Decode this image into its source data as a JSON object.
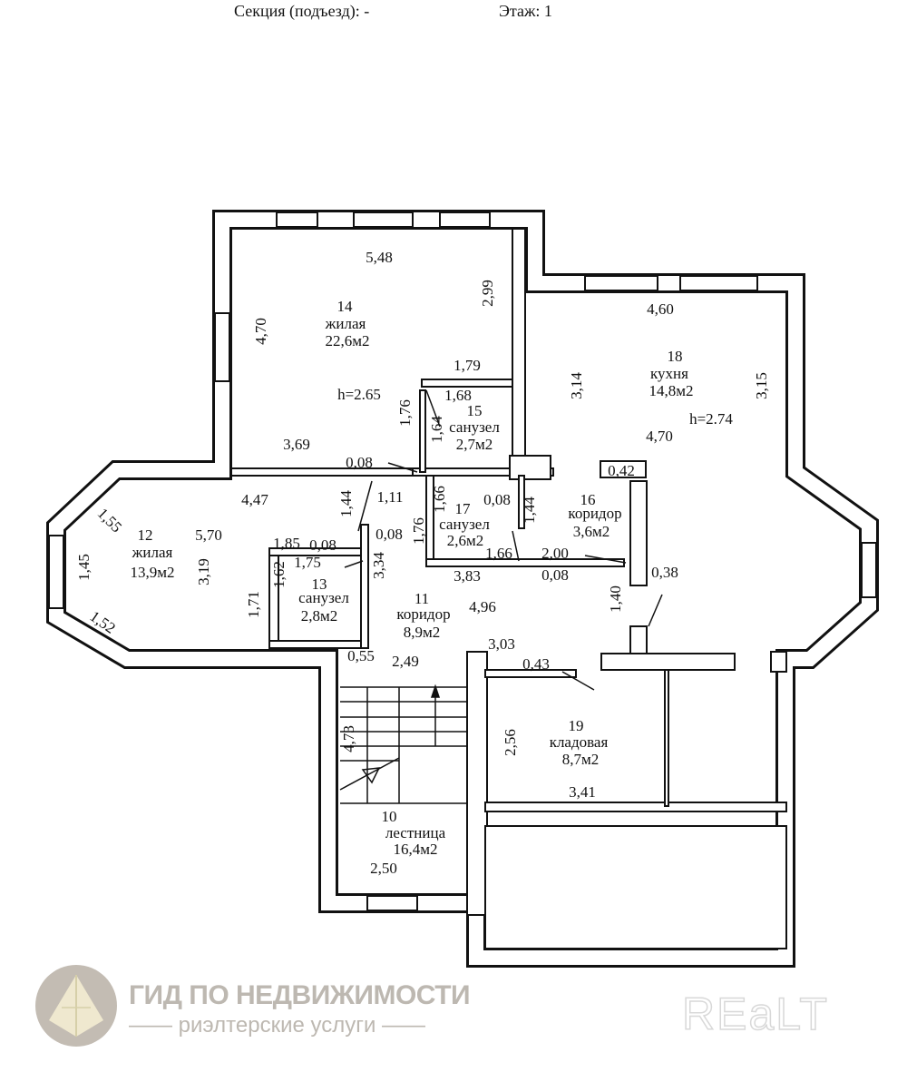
{
  "header": {
    "section": "Секция (подъезд): -",
    "floor": "Этаж: 1"
  },
  "rooms": [
    {
      "num": "14",
      "name": "жилая",
      "area": "22,6м2",
      "height": "h=2.65"
    },
    {
      "num": "18",
      "name": "кухня",
      "area": "14,8м2",
      "height": "h=2.74"
    },
    {
      "num": "15",
      "name": "санузел",
      "area": "2,7м2"
    },
    {
      "num": "12",
      "name": "жилая",
      "area": "13,9м2"
    },
    {
      "num": "17",
      "name": "санузел",
      "area": "2,6м2"
    },
    {
      "num": "16",
      "name": "коридор",
      "area": "3,6м2"
    },
    {
      "num": "13",
      "name": "санузел",
      "area": "2,8м2"
    },
    {
      "num": "11",
      "name": "коридор",
      "area": "8,9м2"
    },
    {
      "num": "19",
      "name": "кладовая",
      "area": "8,7м2"
    },
    {
      "num": "10",
      "name": "лестница",
      "area": "16,4м2"
    }
  ],
  "dims": [
    "5,48",
    "2,99",
    "4,70",
    "1,79",
    "1,68",
    "1,76",
    "1,64",
    "3,69",
    "0,08",
    "4,60",
    "3,14",
    "3,15",
    "4,70",
    "0,42",
    "4,47",
    "1,11",
    "1,44",
    "1,66",
    "0,08",
    "1,44",
    "1,55",
    "5,70",
    "1,76",
    "1,45",
    "3,19",
    "1,85",
    "0,08",
    "1,75",
    "0,08",
    "1,62",
    "3,34",
    "1,66",
    "2,00",
    "3,83",
    "0,08",
    "0,38",
    "1,71",
    "4,96",
    "1,40",
    "1,52",
    "0,55",
    "2,49",
    "3,03",
    "0,43",
    "2,56",
    "3,41",
    "4,73",
    "2,50"
  ],
  "branding": {
    "company": "ГИД ПО НЕДВИЖИМОСТИ",
    "tagline": "—— риэлтерские услуги ——",
    "watermark": "REaLT"
  }
}
